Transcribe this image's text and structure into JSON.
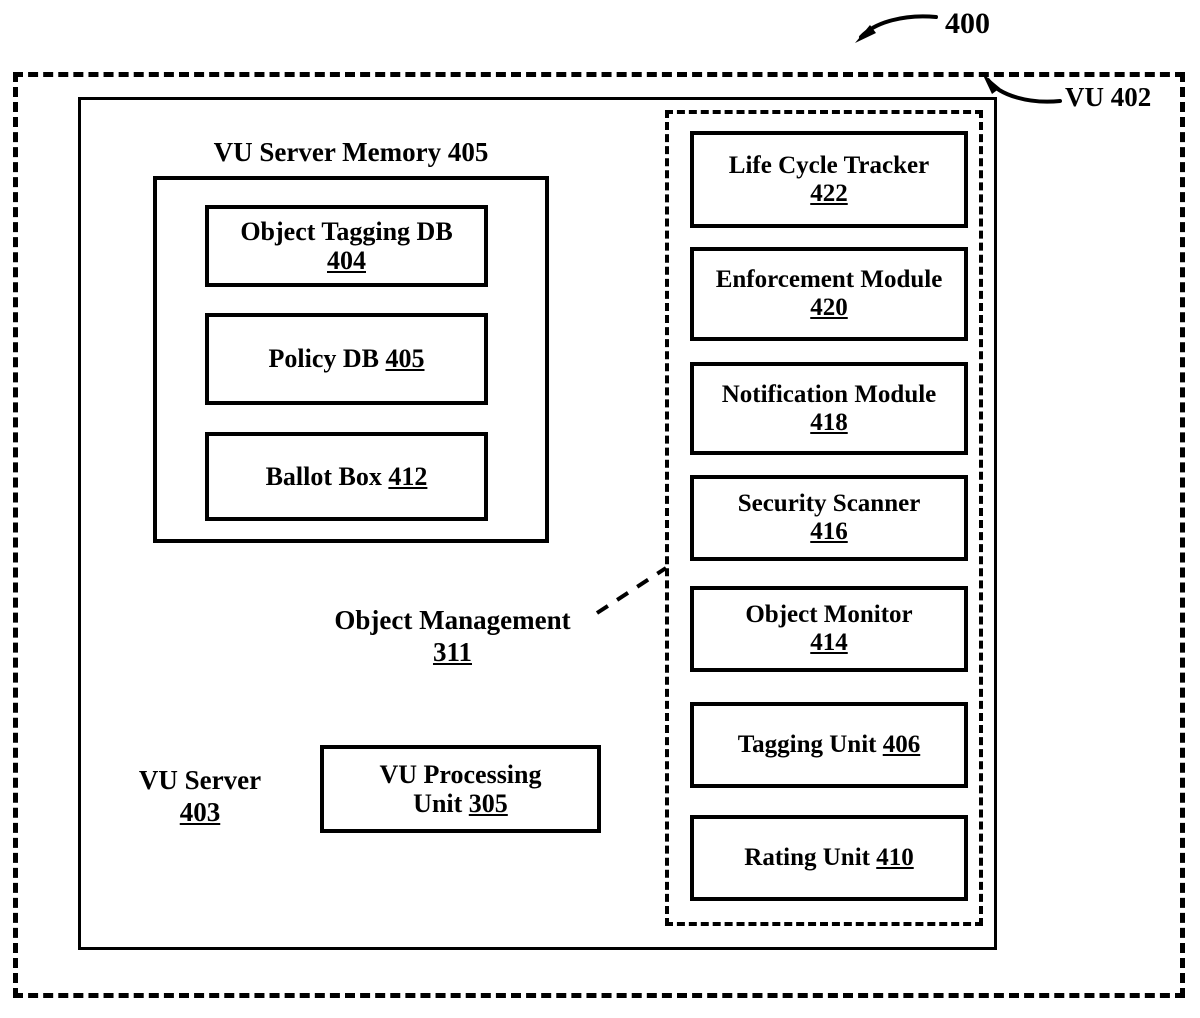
{
  "figure": {
    "number": "400",
    "outer_boundary_label": "VU 402",
    "server_box_label_title": "VU Server",
    "server_box_label_number": "403"
  },
  "memory": {
    "title": "VU Server Memory 405",
    "items": [
      {
        "label": "Object Tagging DB",
        "number": "404",
        "inline": false
      },
      {
        "label": "Policy DB",
        "number": "405",
        "inline": true
      },
      {
        "label": "Ballot Box",
        "number": "412",
        "inline": true
      }
    ]
  },
  "object_management": {
    "label": "Object Management",
    "number": "311",
    "modules": [
      {
        "label": "Life Cycle Tracker",
        "number": "422",
        "inline": false
      },
      {
        "label": "Enforcement Module",
        "number": "420",
        "inline": false
      },
      {
        "label": "Notification Module",
        "number": "418",
        "inline": false
      },
      {
        "label": "Security Scanner",
        "number": "416",
        "inline": false
      },
      {
        "label": "Object Monitor",
        "number": "414",
        "inline": false
      },
      {
        "label": "Tagging Unit",
        "number": "406",
        "inline": true
      },
      {
        "label": "Rating Unit",
        "number": "410",
        "inline": true
      }
    ]
  },
  "processing_unit": {
    "label_line1": "VU Processing",
    "label_line2": "Unit",
    "number": "305"
  },
  "colors": {
    "stroke": "#000000",
    "background": "#ffffff"
  }
}
